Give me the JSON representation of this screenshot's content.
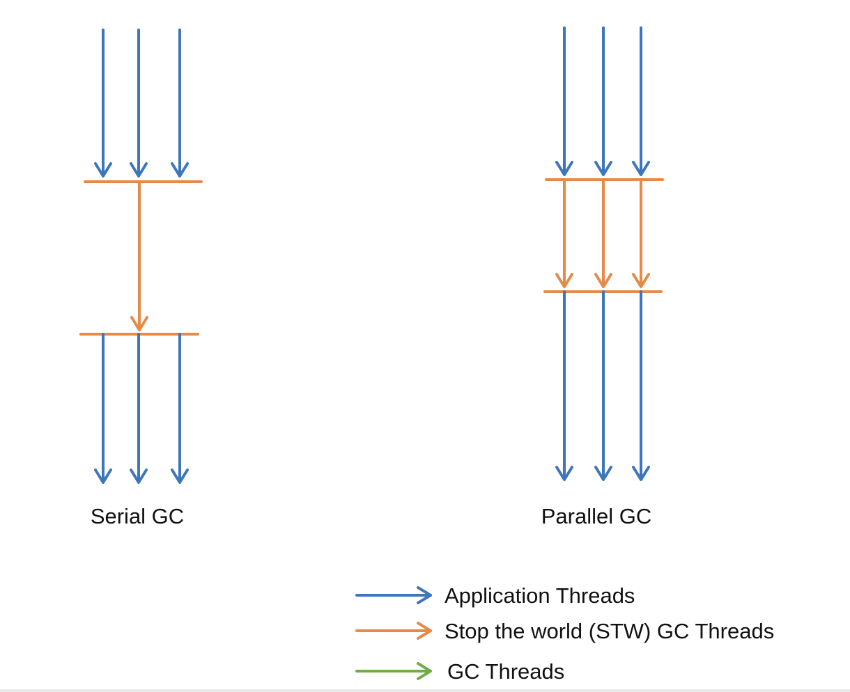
{
  "colors": {
    "application": "#3D76BA",
    "stw": "#E58A47",
    "gc": "#70AD47",
    "text": "#111111"
  },
  "diagrams": {
    "serial": {
      "label": "Serial GC"
    },
    "parallel": {
      "label": "Parallel GC"
    }
  },
  "legend": {
    "items": [
      {
        "key": "application",
        "label": "Application Threads"
      },
      {
        "key": "stw",
        "label": "Stop the world (STW) GC Threads"
      },
      {
        "key": "gc",
        "label": "GC Threads"
      }
    ]
  }
}
